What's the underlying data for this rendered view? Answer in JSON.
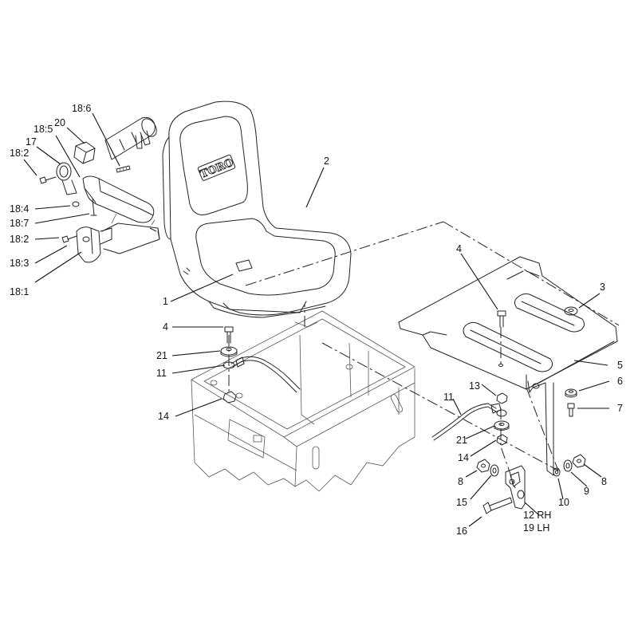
{
  "brand_logo": "TORO",
  "callouts": [
    {
      "id": "c-18-6",
      "text": "18:6"
    },
    {
      "id": "c-20",
      "text": "20"
    },
    {
      "id": "c-18-5",
      "text": "18:5"
    },
    {
      "id": "c-17",
      "text": "17"
    },
    {
      "id": "c-18-2a",
      "text": "18:2"
    },
    {
      "id": "c-18-4",
      "text": "18:4"
    },
    {
      "id": "c-18-7",
      "text": "18:7"
    },
    {
      "id": "c-18-2b",
      "text": "18:2"
    },
    {
      "id": "c-18-3",
      "text": "18:3"
    },
    {
      "id": "c-18-1",
      "text": "18:1"
    },
    {
      "id": "c-2",
      "text": "2"
    },
    {
      "id": "c-1",
      "text": "1"
    },
    {
      "id": "c-4a",
      "text": "4"
    },
    {
      "id": "c-21a",
      "text": "21"
    },
    {
      "id": "c-11a",
      "text": "11"
    },
    {
      "id": "c-14a",
      "text": "14"
    },
    {
      "id": "c-4b",
      "text": "4"
    },
    {
      "id": "c-3",
      "text": "3"
    },
    {
      "id": "c-5",
      "text": "5"
    },
    {
      "id": "c-6",
      "text": "6"
    },
    {
      "id": "c-7",
      "text": "7"
    },
    {
      "id": "c-13",
      "text": "13"
    },
    {
      "id": "c-11b",
      "text": "11"
    },
    {
      "id": "c-21b",
      "text": "21"
    },
    {
      "id": "c-14b",
      "text": "14"
    },
    {
      "id": "c-8a",
      "text": "8"
    },
    {
      "id": "c-15",
      "text": "15"
    },
    {
      "id": "c-16",
      "text": "16"
    },
    {
      "id": "c-12",
      "text": "12 RH"
    },
    {
      "id": "c-19",
      "text": "19 LH"
    },
    {
      "id": "c-10",
      "text": "10"
    },
    {
      "id": "c-9",
      "text": "9"
    },
    {
      "id": "c-8b",
      "text": "8"
    }
  ]
}
